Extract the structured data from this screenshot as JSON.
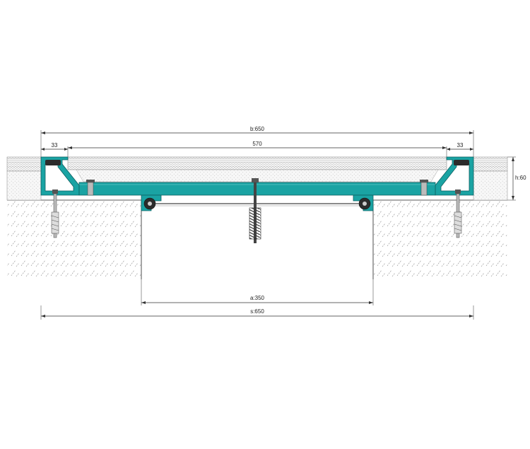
{
  "dimensions": {
    "overall_top": "b:650",
    "left_edge": "33",
    "right_edge": "33",
    "inner_width": "570",
    "height": "h:60",
    "gap": "a:350",
    "overall_bottom": "s:650"
  },
  "colors": {
    "profile": "#1aa3a3",
    "profile_dark": "#0d6f72",
    "concrete_hatch": "#777777",
    "screed_fill": "#f2f2f2",
    "rubber": "#2b2b2b",
    "line": "#222222"
  }
}
